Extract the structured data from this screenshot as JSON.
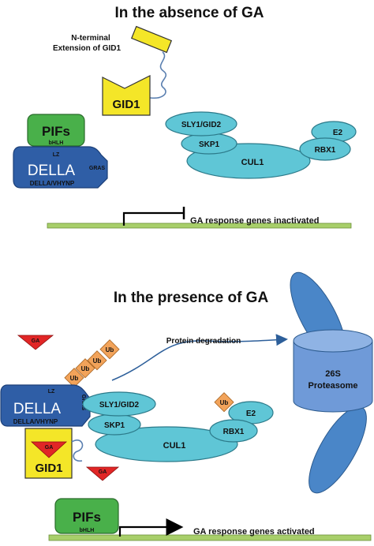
{
  "panel_top": {
    "title": "In the absence of GA",
    "gid1_extension_label": [
      "N-terminal",
      "Extension of GID1"
    ],
    "gid1": "GID1",
    "pifs": "PIFs",
    "bhlh": "bHLH",
    "della": "DELLA",
    "lz": "LZ",
    "gras": "GRAS",
    "della_motif": "DELLA/VHYNP",
    "sly1": "SLY1/GID2",
    "skp1": "SKP1",
    "cul1": "CUL1",
    "e2": "E2",
    "rbx1": "RBX1",
    "gene_status": "GA response genes inactivated"
  },
  "panel_bottom": {
    "title": "In the presence of GA",
    "ga": "GA",
    "ub": "Ub",
    "protein_degradation": "Protein degradation",
    "proteasome": [
      "26S",
      "Proteasome"
    ],
    "della": "DELLA",
    "lz": "LZ",
    "gras": "GRAS",
    "della_motif": "DELLA/VHYNP",
    "gid1": "GID1",
    "sly1": "SLY1/GID2",
    "skp1": "SKP1",
    "cul1": "CUL1",
    "e2": "E2",
    "rbx1": "RBX1",
    "pifs": "PIFs",
    "bhlh": "bHLH",
    "gene_status": "GA response genes activated"
  },
  "colors": {
    "della_blue": "#2f5ea6",
    "pifs_green": "#49b04a",
    "gid1_yellow": "#f4e628",
    "scf_cyan": "#5fc6d6",
    "ub_orange": "#f2a35a",
    "ga_red": "#e12626",
    "dna_green": "#a8cf6a",
    "proteasome_blue": "#4a86c8"
  }
}
